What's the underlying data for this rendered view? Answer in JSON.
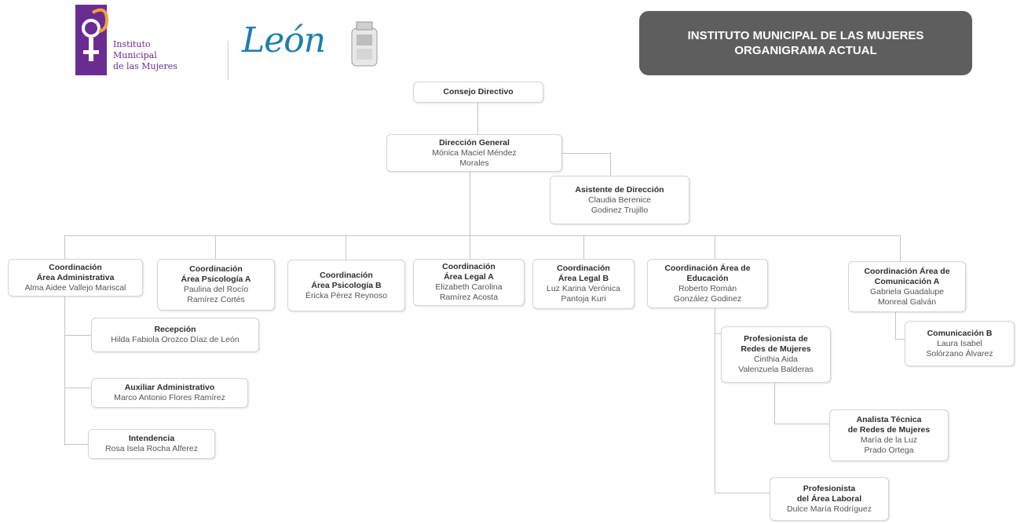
{
  "header": {
    "line1": "INSTITUTO MUNICIPAL DE LAS MUJERES",
    "line2": "ORGANIGRAMA ACTUAL"
  },
  "logo_imm": {
    "line1": "Instituto",
    "line2": "Municipal",
    "line3": "de las Mujeres"
  },
  "logo_leon": {
    "text": "León"
  },
  "nodes": {
    "consejo": {
      "title": "Consejo Directivo"
    },
    "direccion": {
      "title": "Dirección General",
      "name1": "Mónica Maciel Méndez",
      "name2": "Morales"
    },
    "asistente": {
      "title": "Asistente de Dirección",
      "name1": "Claudia Berenice",
      "name2": "Godinez Trujillo"
    },
    "coord_admin": {
      "title1": "Coordinación",
      "title2": "Área Administrativa",
      "name1": "Alma Aidee Vallejo Mariscal"
    },
    "coord_psico_a": {
      "title1": "Coordinación",
      "title2": "Área Psicología A",
      "name1": "Paulina del Rocío",
      "name2": "Ramírez Cortés"
    },
    "coord_psico_b": {
      "title1": "Coordinación",
      "title2": "Área Psicología B",
      "name1": "Éricka Pérez Reynoso"
    },
    "coord_legal_a": {
      "title1": "Coordinación",
      "title2": "Área Legal A",
      "name1": "Elizabeth Carolina",
      "name2": "Ramírez Acosta"
    },
    "coord_legal_b": {
      "title1": "Coordinación",
      "title2": "Área Legal B",
      "name1": "Luz Karina Verónica",
      "name2": "Pantoja Kuri"
    },
    "coord_educacion": {
      "title1": "Coordinación Área de",
      "title2": "Educación",
      "name1": "Roberto Román",
      "name2": "González Godinez"
    },
    "coord_comunicacion": {
      "title1": "Coordinación Área de",
      "title2": "Comunicación A",
      "name1": "Gabriela Guadalupe",
      "name2": "Monreal Galván"
    },
    "recepcion": {
      "title": "Recepción",
      "name1": "Hilda Fabiola Orozco Díaz de León"
    },
    "auxiliar": {
      "title": "Auxiliar Administrativo",
      "name1": "Marco Antonio Flores Ramírez"
    },
    "intendencia": {
      "title": "Intendencia",
      "name1": "Rosa Isela Rocha Alferez"
    },
    "comunicacion_b": {
      "title": "Comunicación B",
      "name1": "Laura Isabel",
      "name2": "Solórzano Álvarez"
    },
    "prof_redes": {
      "title1": "Profesionista de",
      "title2": "Redes de Mujeres",
      "name1": "Cinthia Aida",
      "name2": "Valenzuela Balderas"
    },
    "analista": {
      "title1": "Analista Técnica",
      "title2": "de Redes de Mujeres",
      "name1": "María de la Luz",
      "name2": "Prado Ortega"
    },
    "prof_laboral": {
      "title1": "Profesionista",
      "title2": "del Área Laboral",
      "name1": "Dulce María Rodríguez"
    }
  },
  "colors": {
    "header_bg": "#5e5e5e",
    "line": "#c4c4c4",
    "logo_purple": "#6b2c91",
    "logo_orange": "#f0a23a",
    "leon_blue": "#1c7fae"
  }
}
